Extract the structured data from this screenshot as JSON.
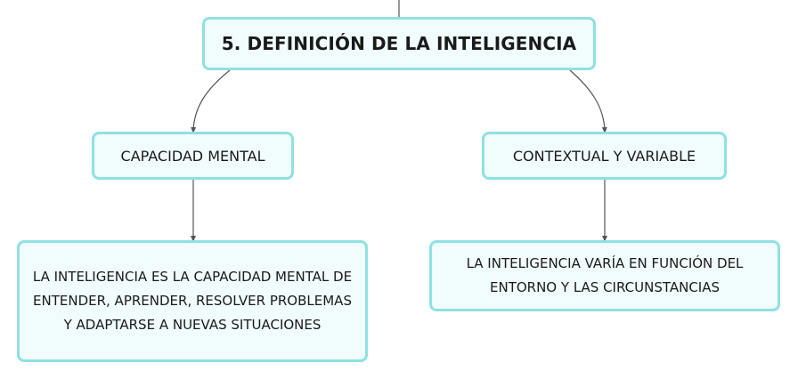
{
  "diagram": {
    "root": {
      "label": "5. DEFINICIÓN DE LA INTELIGENCIA"
    },
    "left_branch": {
      "label": "CAPACIDAD MENTAL",
      "child": {
        "label": "LA INTELIGENCIA ES LA CAPACIDAD MENTAL DE ENTENDER, APRENDER, RESOLVER PROBLEMAS Y ADAPTARSE A NUEVAS SITUACIONES"
      }
    },
    "right_branch": {
      "label": "CONTEXTUAL Y VARIABLE",
      "child": {
        "label": "LA INTELIGENCIA VARÍA EN FUNCIÓN DEL ENTORNO Y LAS CIRCUNSTANCIAS"
      }
    },
    "colors": {
      "node_border": "#8fe1e2",
      "node_fill": "#f1fcfc",
      "connector": "#555555"
    }
  }
}
